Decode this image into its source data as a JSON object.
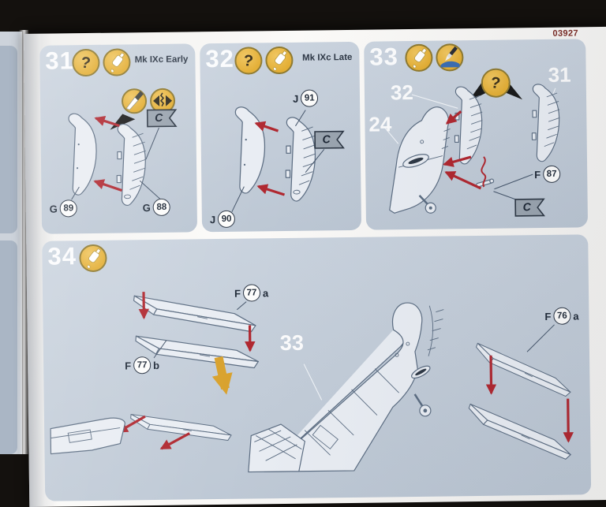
{
  "page": {
    "kit_number": "03927"
  },
  "icons": {
    "question_glyph": "?",
    "glue": "glue-bottle",
    "paint": "paintbrush",
    "knife": "hobby-knife",
    "separate": "press-halves-together"
  },
  "colors": {
    "panel_blue": "#c3cdd9",
    "arrow_red": "#b02830",
    "icon_yellow": "#e7b43c",
    "flag_gray": "#9aa4af",
    "kit_number_red": "#7b2b25",
    "option_arrow_yellow": "#d9a22e"
  },
  "steps": {
    "s31": {
      "number": "31",
      "variant": "Mk IXc Early",
      "flag": "C",
      "parts": {
        "g89": {
          "letter": "G",
          "num": "89"
        },
        "g88": {
          "letter": "G",
          "num": "88"
        }
      }
    },
    "s32": {
      "number": "32",
      "variant": "Mk IXc Late",
      "flag": "C",
      "parts": {
        "j91": {
          "letter": "J",
          "num": "91"
        },
        "j90": {
          "letter": "J",
          "num": "90"
        }
      }
    },
    "s33": {
      "number": "33",
      "flag": "C",
      "refs": {
        "r32": "32",
        "r24": "24",
        "r31": "31"
      },
      "parts": {
        "f87": {
          "letter": "F",
          "num": "87"
        }
      }
    },
    "s34": {
      "number": "34",
      "refs": {
        "r33": "33"
      },
      "parts": {
        "f77a": {
          "letter": "F",
          "num": "77",
          "suffix": "a"
        },
        "f77b": {
          "letter": "F",
          "num": "77",
          "suffix": "b"
        },
        "f76a": {
          "letter": "F",
          "num": "76",
          "suffix": "a"
        }
      }
    }
  }
}
